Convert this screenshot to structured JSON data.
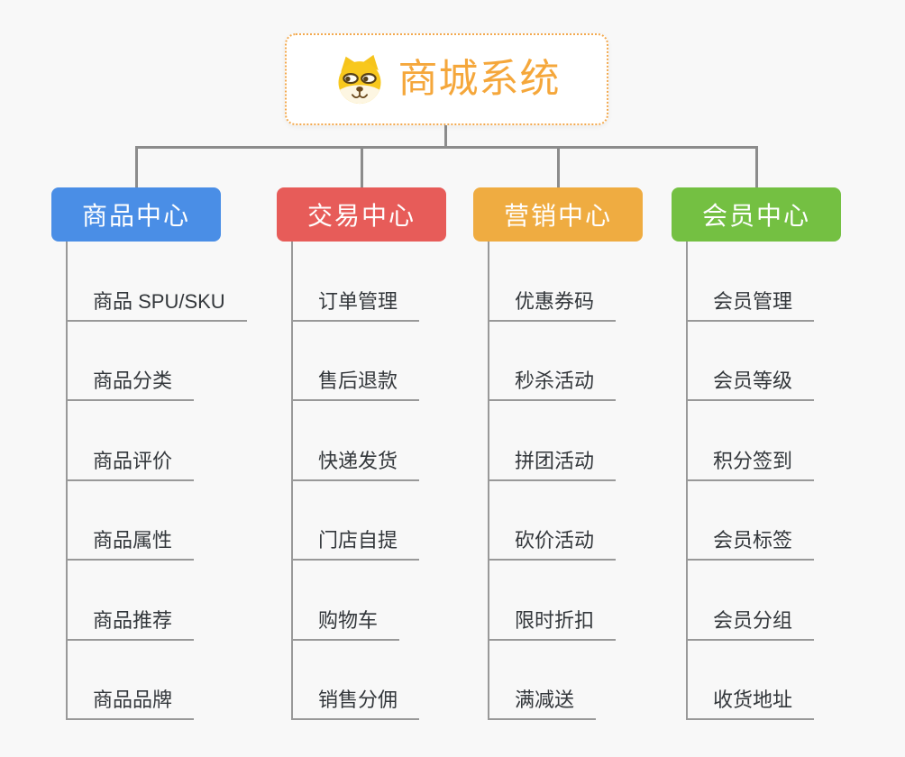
{
  "root": {
    "title": "商城系统",
    "icon": "doge-icon"
  },
  "branches": [
    {
      "label": "商品中心",
      "color": "#4A8EE6",
      "children": [
        "商品 SPU/SKU",
        "商品分类",
        "商品评价",
        "商品属性",
        "商品推荐",
        "商品品牌"
      ]
    },
    {
      "label": "交易中心",
      "color": "#E75C59",
      "children": [
        "订单管理",
        "售后退款",
        "快递发货",
        "门店自提",
        "购物车",
        "销售分佣"
      ]
    },
    {
      "label": "营销中心",
      "color": "#EFAC41",
      "children": [
        "优惠券码",
        "秒杀活动",
        "拼团活动",
        "砍价活动",
        "限时折扣",
        "满减送"
      ]
    },
    {
      "label": "会员中心",
      "color": "#74C042",
      "children": [
        "会员管理",
        "会员等级",
        "积分签到",
        "会员标签",
        "会员分组",
        "收货地址"
      ]
    }
  ],
  "colors": {
    "background": "#F8F8F8",
    "connector": "#8C8C8C",
    "line": "#999999",
    "item_text": "#33373B",
    "node_text": "#FFFFFF",
    "root_accent": "#F5A73B",
    "root_border": "#F3A94E"
  }
}
